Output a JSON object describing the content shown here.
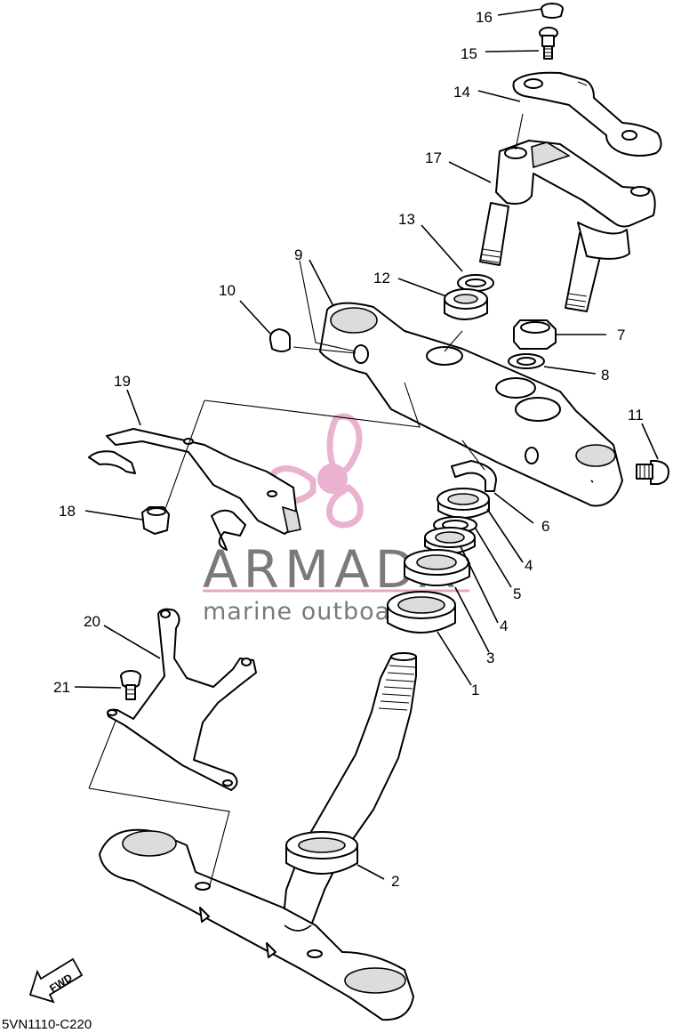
{
  "callouts": [
    {
      "id": "1",
      "label": "1"
    },
    {
      "id": "2",
      "label": "2"
    },
    {
      "id": "3",
      "label": "3"
    },
    {
      "id": "4a",
      "label": "4"
    },
    {
      "id": "4b",
      "label": "4"
    },
    {
      "id": "5",
      "label": "5"
    },
    {
      "id": "6",
      "label": "6"
    },
    {
      "id": "7",
      "label": "7"
    },
    {
      "id": "8",
      "label": "8"
    },
    {
      "id": "9",
      "label": "9"
    },
    {
      "id": "10",
      "label": "10"
    },
    {
      "id": "11",
      "label": "11"
    },
    {
      "id": "12",
      "label": "12"
    },
    {
      "id": "13",
      "label": "13"
    },
    {
      "id": "14",
      "label": "14"
    },
    {
      "id": "15",
      "label": "15"
    },
    {
      "id": "16",
      "label": "16"
    },
    {
      "id": "17",
      "label": "17"
    },
    {
      "id": "18",
      "label": "18"
    },
    {
      "id": "19",
      "label": "19"
    },
    {
      "id": "20",
      "label": "20"
    },
    {
      "id": "21",
      "label": "21"
    }
  ],
  "watermark": {
    "brand": "ARMADA",
    "tagline": "marine outboards",
    "color": "#e7a5c6"
  },
  "fwd_label": "FWD",
  "diagram_code": "5VN1110-C220"
}
